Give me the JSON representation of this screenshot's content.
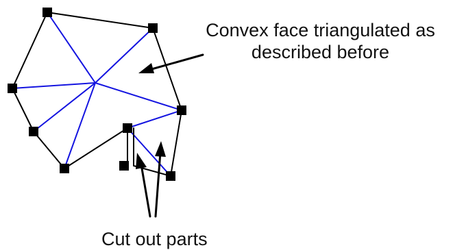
{
  "labels": {
    "convex_face_line1": "Convex face triangulated as",
    "convex_face_line2": "described before",
    "cut_out_parts": "Cut out parts"
  },
  "colors": {
    "boundary_edge": "#000000",
    "triangulation_edge": "#1414e0",
    "vertex": "#000000",
    "text": "#111111",
    "background": "#ffffff"
  }
}
